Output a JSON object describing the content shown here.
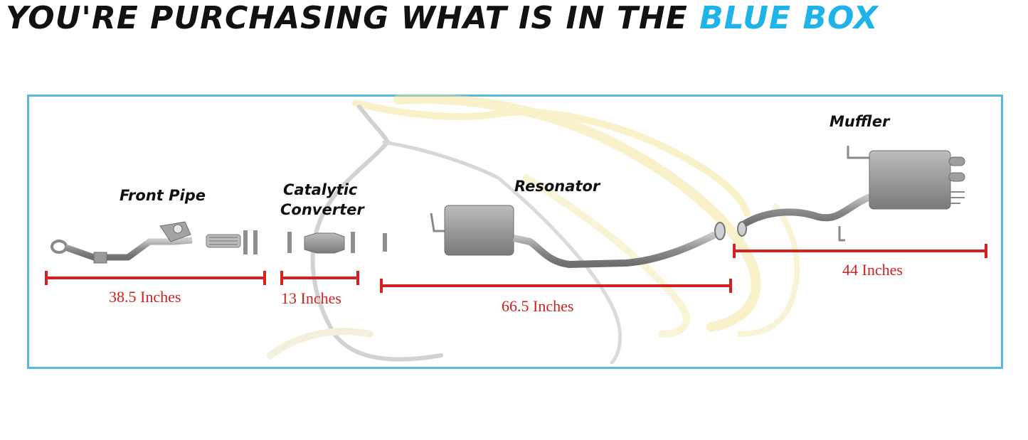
{
  "banner": {
    "lead": "YOU'RE PURCHASING WHAT IS IN THE ",
    "highlight": "BLUE BOX",
    "highlight_color": "#1eb4ea"
  },
  "box_color": "#5bb8de",
  "measure_color": "#cc2222",
  "parts": [
    {
      "name": "Front Pipe",
      "length": "38.5 Inches"
    },
    {
      "name_line1": "Catalytic",
      "name_line2": "Converter",
      "length": "13 Inches"
    },
    {
      "name": "Resonator",
      "length": "66.5 Inches"
    },
    {
      "name": "Muffler",
      "length": "44 Inches"
    }
  ]
}
